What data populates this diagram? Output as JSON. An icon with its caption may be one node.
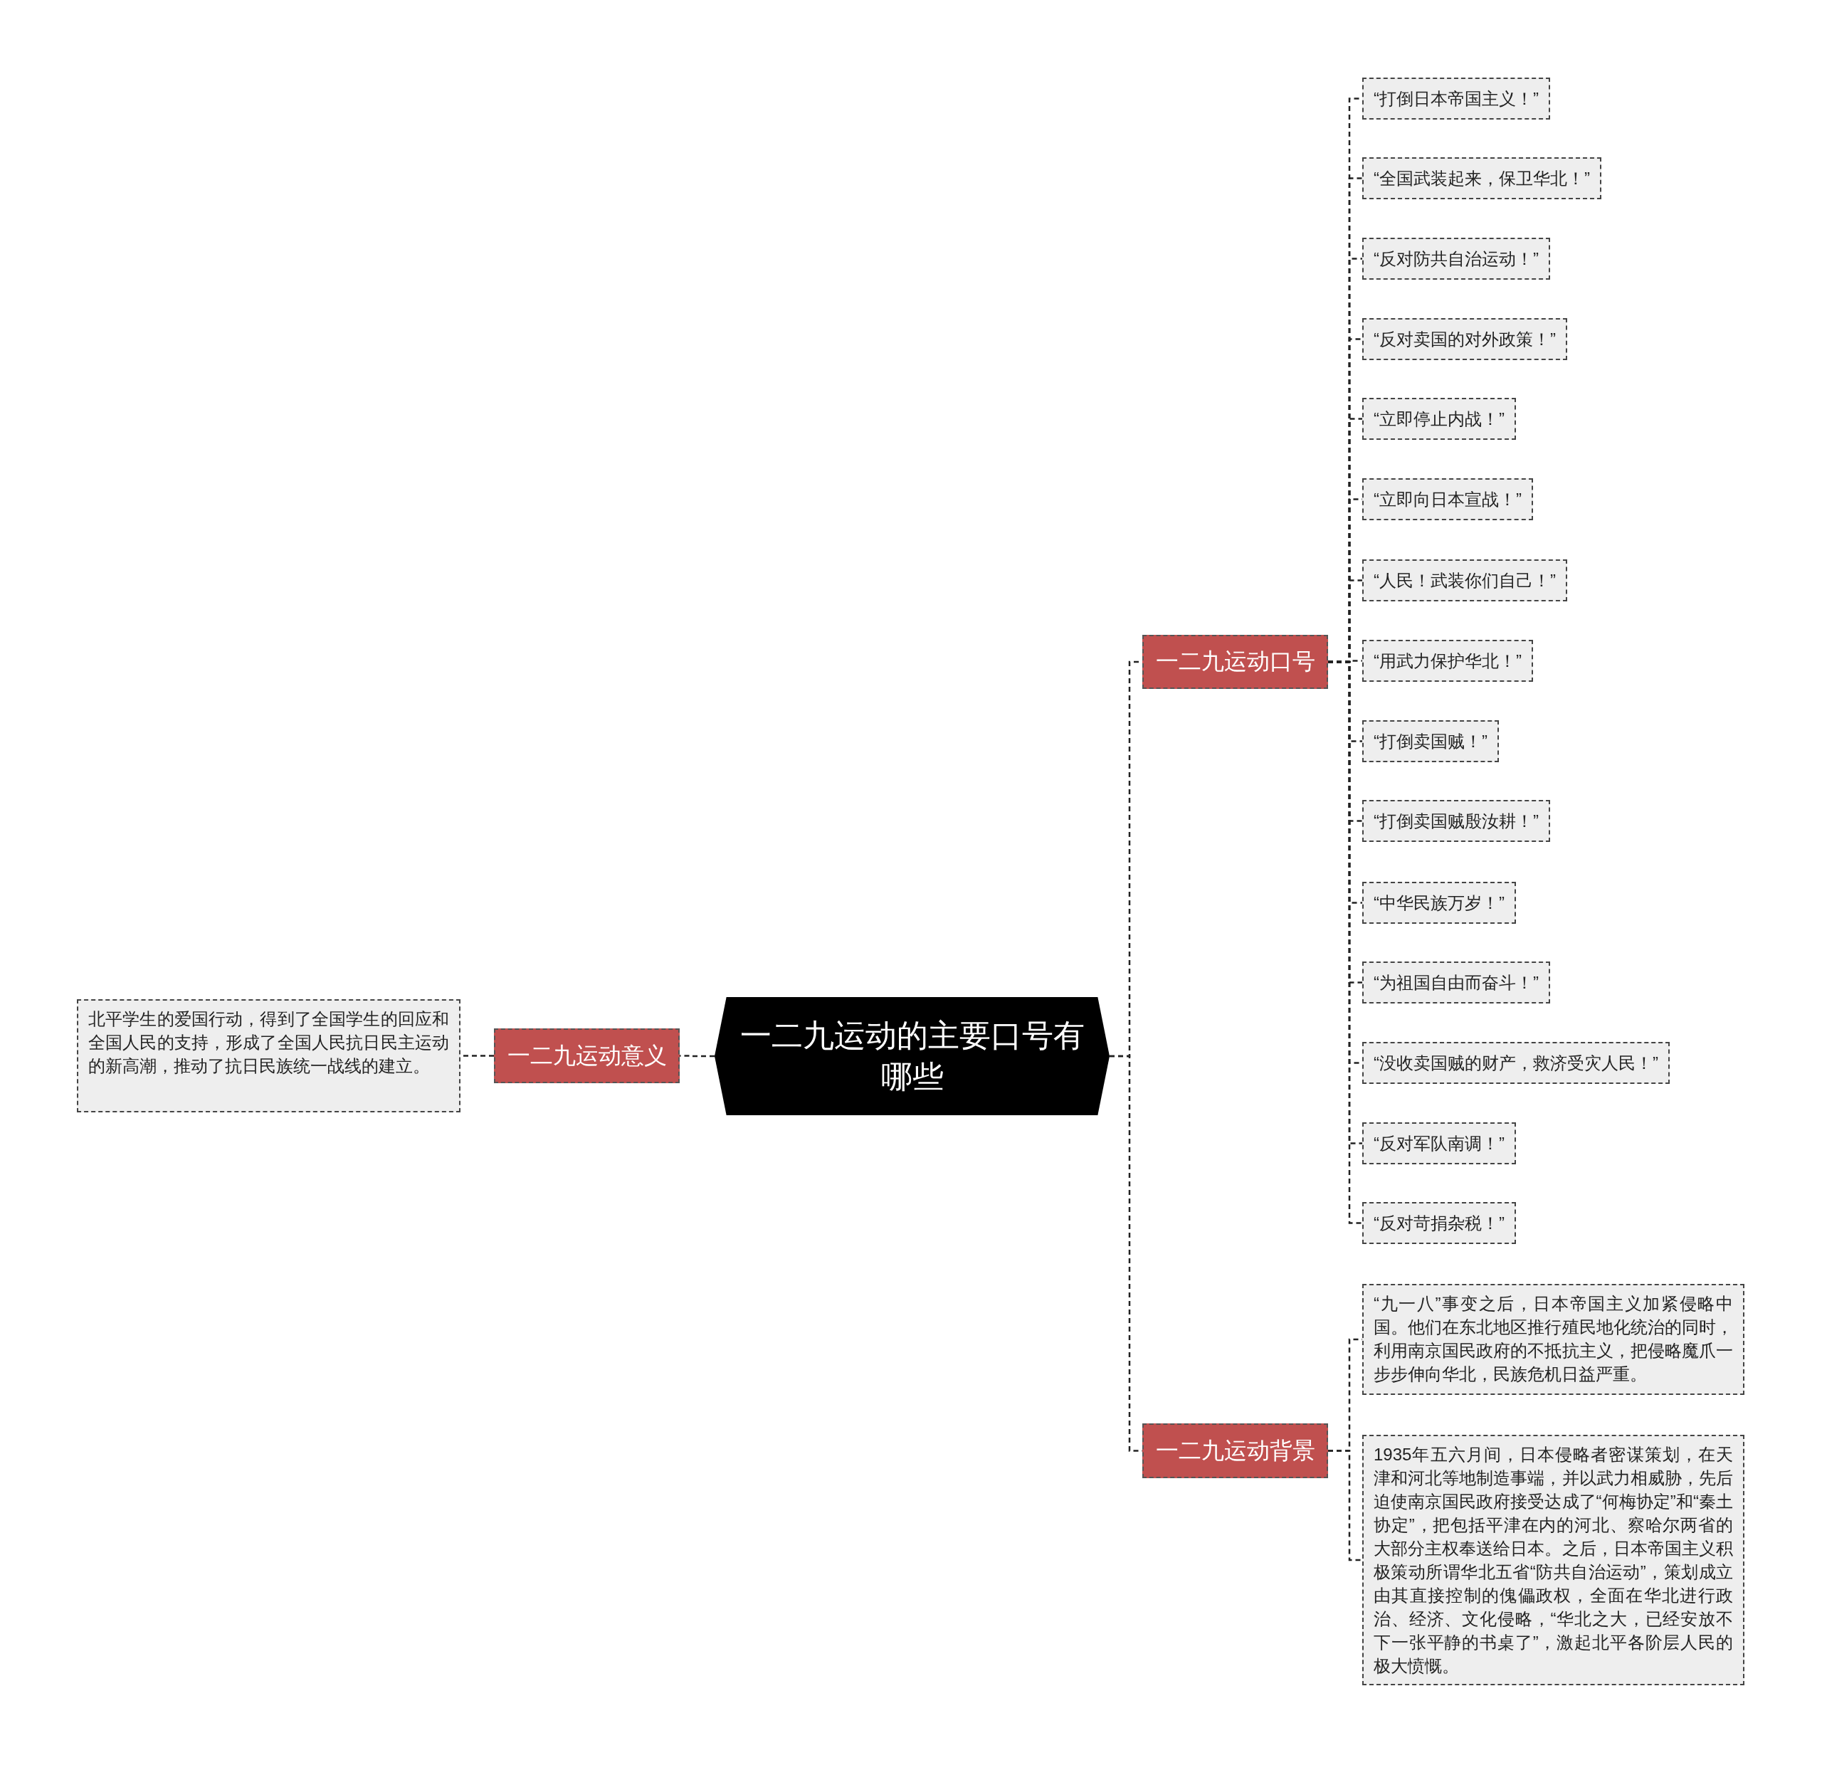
{
  "diagram": {
    "nodes": [
      {
        "text": [
          "一二九运动的主要口号有哪些"
        ]
      },
      {
        "text": [
          "一二九运动口号"
        ]
      },
      {
        "text": [
          "“打倒日本帝国主义！”"
        ]
      },
      {
        "text": [
          "“全国武装起来，保卫华北！”"
        ]
      },
      {
        "text": [
          "“反对防共自治运动！”"
        ]
      },
      {
        "text": [
          "“反对卖国的对外政策！”"
        ]
      },
      {
        "text": [
          "“立即停止内战！”"
        ]
      },
      {
        "text": [
          "“立即向日本宣战！”"
        ]
      },
      {
        "text": [
          "“人民！武装你们自己！”"
        ]
      },
      {
        "text": [
          "“用武力保护华北！”"
        ]
      },
      {
        "text": [
          "“打倒卖国贼！”"
        ]
      },
      {
        "text": [
          "“打倒卖国贼殷汝耕！”"
        ]
      },
      {
        "text": [
          "“中华民族万岁！”"
        ]
      },
      {
        "text": [
          "“为祖国自由而奋斗！”"
        ]
      },
      {
        "text": [
          "“没收卖国贼的财产，救济受灾人民！”"
        ]
      },
      {
        "text": [
          "“反对军队南调！”"
        ]
      },
      {
        "text": [
          "“反对苛捐杂税！”"
        ]
      },
      {
        "text": [
          "一二九运动背景"
        ]
      },
      {
        "text": [
          "“九一八”事变之后，日本帝国主义加紧侵略中国。他们在东北地区推行殖民地化统治的同时，利用南京国民政府的不抵抗主义，把侵略魔爪一步步伸向华北，民族危机日益严重。"
        ]
      },
      {
        "text": [
          "1935年五六月间，日本侵略者密谋策划，在天津和河北等地制造事端，并以武力相威胁，先后迫使南京国民政府接受达成了“何梅协定”和“秦土协定”，把包括平津在内的河北、察哈尔两省的大部分主权奉送给日本。之后，日本帝国主义积极策动所谓华北五省“防共自治运动”，策划成立由其直接控制的傀儡政权，全面在华北进行政治、经济、文化侵略，“华北之大，已经安放不下一张平静的书桌了”，激起北平各阶层人民的极大愤慨。"
        ]
      },
      {
        "text": [
          "一二九运动意义"
        ]
      },
      {
        "text": [
          "北平学生的爱国行动，得到了全国学生的回应和全国人民的支持，形成了全国人民抗日民主运动的新高潮，推动了抗日民族统一战线的建立。"
        ]
      }
    ],
    "edges": [
      {
        "from": 0,
        "to": 1,
        "arrow": "none"
      },
      {
        "from": 1,
        "to": 2,
        "arrow": "none"
      },
      {
        "from": 1,
        "to": 3,
        "arrow": "none"
      },
      {
        "from": 1,
        "to": 4,
        "arrow": "none"
      },
      {
        "from": 1,
        "to": 5,
        "arrow": "none"
      },
      {
        "from": 1,
        "to": 6,
        "arrow": "none"
      },
      {
        "from": 1,
        "to": 7,
        "arrow": "none"
      },
      {
        "from": 1,
        "to": 8,
        "arrow": "none"
      },
      {
        "from": 1,
        "to": 9,
        "arrow": "none"
      },
      {
        "from": 1,
        "to": 10,
        "arrow": "none"
      },
      {
        "from": 1,
        "to": 11,
        "arrow": "none"
      },
      {
        "from": 1,
        "to": 12,
        "arrow": "none"
      },
      {
        "from": 1,
        "to": 13,
        "arrow": "none"
      },
      {
        "from": 1,
        "to": 14,
        "arrow": "none"
      },
      {
        "from": 1,
        "to": 15,
        "arrow": "none"
      },
      {
        "from": 1,
        "to": 16,
        "arrow": "none"
      },
      {
        "from": 0,
        "to": 17,
        "arrow": "none"
      },
      {
        "from": 17,
        "to": 18,
        "arrow": "none"
      },
      {
        "from": 17,
        "to": 19,
        "arrow": "none"
      },
      {
        "from": 0,
        "to": 20,
        "arrow": "none"
      },
      {
        "from": 20,
        "to": 21,
        "arrow": "none"
      }
    ]
  }
}
